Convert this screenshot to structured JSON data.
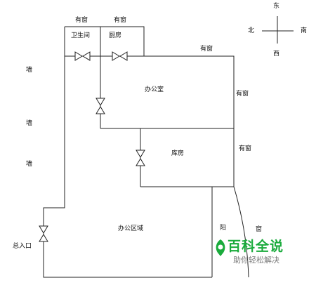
{
  "compass": {
    "north": "北",
    "south": "南",
    "east": "东",
    "west": "西"
  },
  "rooms": {
    "bathroom": "卫生间",
    "kitchen": "厨房",
    "office": "办公室",
    "storage": "库房",
    "office_area": "办公区域",
    "balcony_partial": "阳",
    "balcony_right_partial": "窗"
  },
  "windows": {
    "bathroom_top": "有窗",
    "kitchen_top": "有窗",
    "office_top": "有窗",
    "office_right": "有窗",
    "storage_right": "有窗"
  },
  "walls": {
    "w1": "墙",
    "w2": "墙",
    "w3": "墙"
  },
  "entrance": "总入口",
  "watermark": {
    "title": "百科全说",
    "subtitle": "助你轻松解决"
  },
  "colors": {
    "line": "#222222",
    "watermark_green": "#1aab3c",
    "watermark_gray": "#777777"
  }
}
